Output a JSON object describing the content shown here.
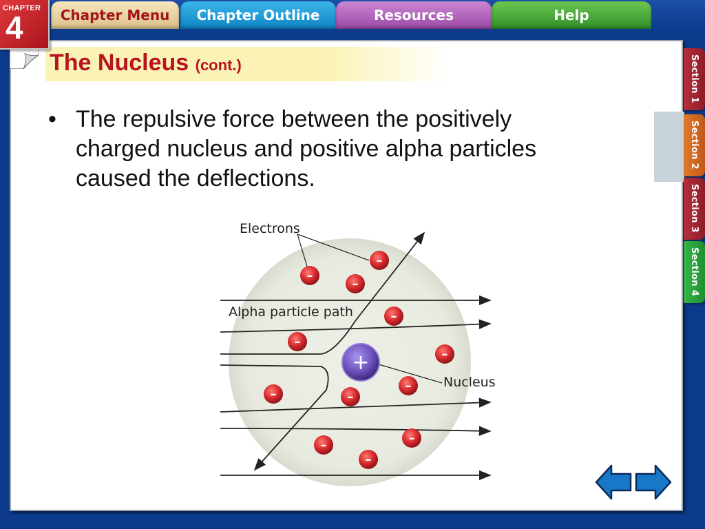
{
  "nav": {
    "chapter_label": "CHAPTER",
    "chapter_number": "4",
    "tabs": [
      {
        "label": "Chapter Menu"
      },
      {
        "label": "Chapter Outline"
      },
      {
        "label": "Resources"
      },
      {
        "label": "Help"
      }
    ]
  },
  "slide": {
    "title": "The Nucleus",
    "title_suffix": "(cont.)",
    "bullet_symbol": "•",
    "bullets": [
      "The repulsive force between the positively charged nucleus and positive alpha particles caused the deflections."
    ]
  },
  "diagram": {
    "labels": {
      "electrons": "Electrons",
      "alpha_path": "Alpha particle path",
      "nucleus": "Nucleus"
    },
    "electron_symbol": "–",
    "nucleus_symbol": "+",
    "colors": {
      "atom": "#ecefe6",
      "electron": "#d6282d",
      "nucleus": "#6a4fb8",
      "path": "#222222"
    }
  },
  "sections": [
    {
      "label": "Section 1"
    },
    {
      "label": "Section 2"
    },
    {
      "label": "Section 3"
    },
    {
      "label": "Section 4"
    }
  ],
  "colors": {
    "background": "#0d3b8c",
    "title": "#b8141f",
    "arrow_fill": "#1877c7"
  },
  "icons": [
    "page-curl-icon",
    "back-arrow-icon",
    "forward-arrow-icon"
  ]
}
